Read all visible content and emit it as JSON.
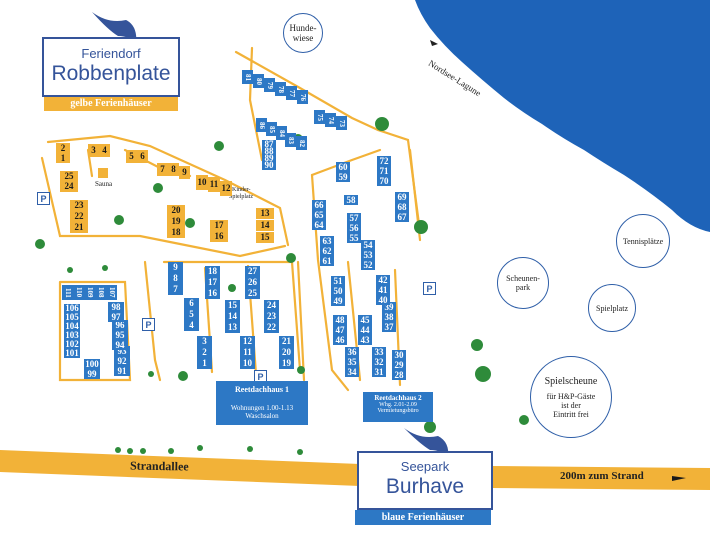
{
  "title_top": {
    "line1": "Feriendorf",
    "line2": "Robbenplate",
    "ribbon": "gelbe Ferienhäuser"
  },
  "title_bottom": {
    "line1": "Seepark",
    "line2": "Burhave",
    "ribbon": "blaue Ferienhäuser"
  },
  "labels": {
    "hundewiese_1": "Hunde-",
    "hundewiese_2": "wiese",
    "lagune": "Nordsee-Lagune",
    "sauna": "Sauna",
    "spielplatz_small_1": "Kinder-",
    "spielplatz_small_2": "Spielplatz",
    "tennis": "Tennisplätze",
    "scheunenpark_1": "Scheunen-",
    "scheunenpark_2": "park",
    "spielplatz": "Spielplatz",
    "spielscheune_title": "Spielscheune",
    "spielscheune_text1": "für H&P-Gäste",
    "spielscheune_text2": "ist der",
    "spielscheune_text3": "Eintritt frei",
    "strandallee": "Strandallee",
    "strand": "200m zum Strand",
    "parking": "P"
  },
  "reetdach1": {
    "title": "Reetdachhaus 1",
    "line1": "Wohnungen 1.00-1.13",
    "line2": "Waschsalon"
  },
  "reetdach2": {
    "title": "Reetdachhaus 2",
    "line1": "Whg. 2.01-2.09",
    "line2": "Vermietungsbüro"
  },
  "yellow_units": [
    "1",
    "2",
    "3",
    "4",
    "5",
    "6",
    "7",
    "8",
    "9",
    "10",
    "11",
    "12",
    "13",
    "14",
    "15",
    "16",
    "17",
    "18",
    "19",
    "20",
    "21",
    "22",
    "23",
    "24",
    "25"
  ],
  "blue_units_main": [
    "1",
    "2",
    "3",
    "4",
    "5",
    "6",
    "7",
    "8",
    "9",
    "10",
    "11",
    "12",
    "13",
    "14",
    "15",
    "16",
    "17",
    "18",
    "19",
    "20",
    "21",
    "22",
    "23",
    "24",
    "25",
    "26",
    "27",
    "28",
    "29",
    "30",
    "31",
    "32",
    "33",
    "34",
    "35",
    "36",
    "37",
    "38",
    "39",
    "40",
    "41",
    "42",
    "43",
    "44",
    "45",
    "46",
    "47",
    "48",
    "49",
    "50",
    "51",
    "52",
    "53",
    "54",
    "55",
    "56",
    "57",
    "58",
    "59",
    "60",
    "61",
    "62",
    "63",
    "64",
    "65",
    "66",
    "67",
    "68",
    "69",
    "70",
    "71",
    "72",
    "73",
    "74",
    "75",
    "76",
    "77",
    "78",
    "79",
    "80",
    "81",
    "82",
    "83",
    "84",
    "85",
    "86",
    "87",
    "88",
    "89",
    "90"
  ],
  "blue_units_west": [
    "91",
    "92",
    "93",
    "94",
    "95",
    "96",
    "97",
    "98",
    "99",
    "100",
    "101",
    "102",
    "103",
    "104",
    "105",
    "106",
    "107",
    "108",
    "109",
    "110",
    "111"
  ],
  "colors": {
    "sea": "#1e63b8",
    "road": "#f2b238",
    "blue_house": "#2d78c5",
    "yellow_house": "#f2b238",
    "frame": "#35549a"
  }
}
